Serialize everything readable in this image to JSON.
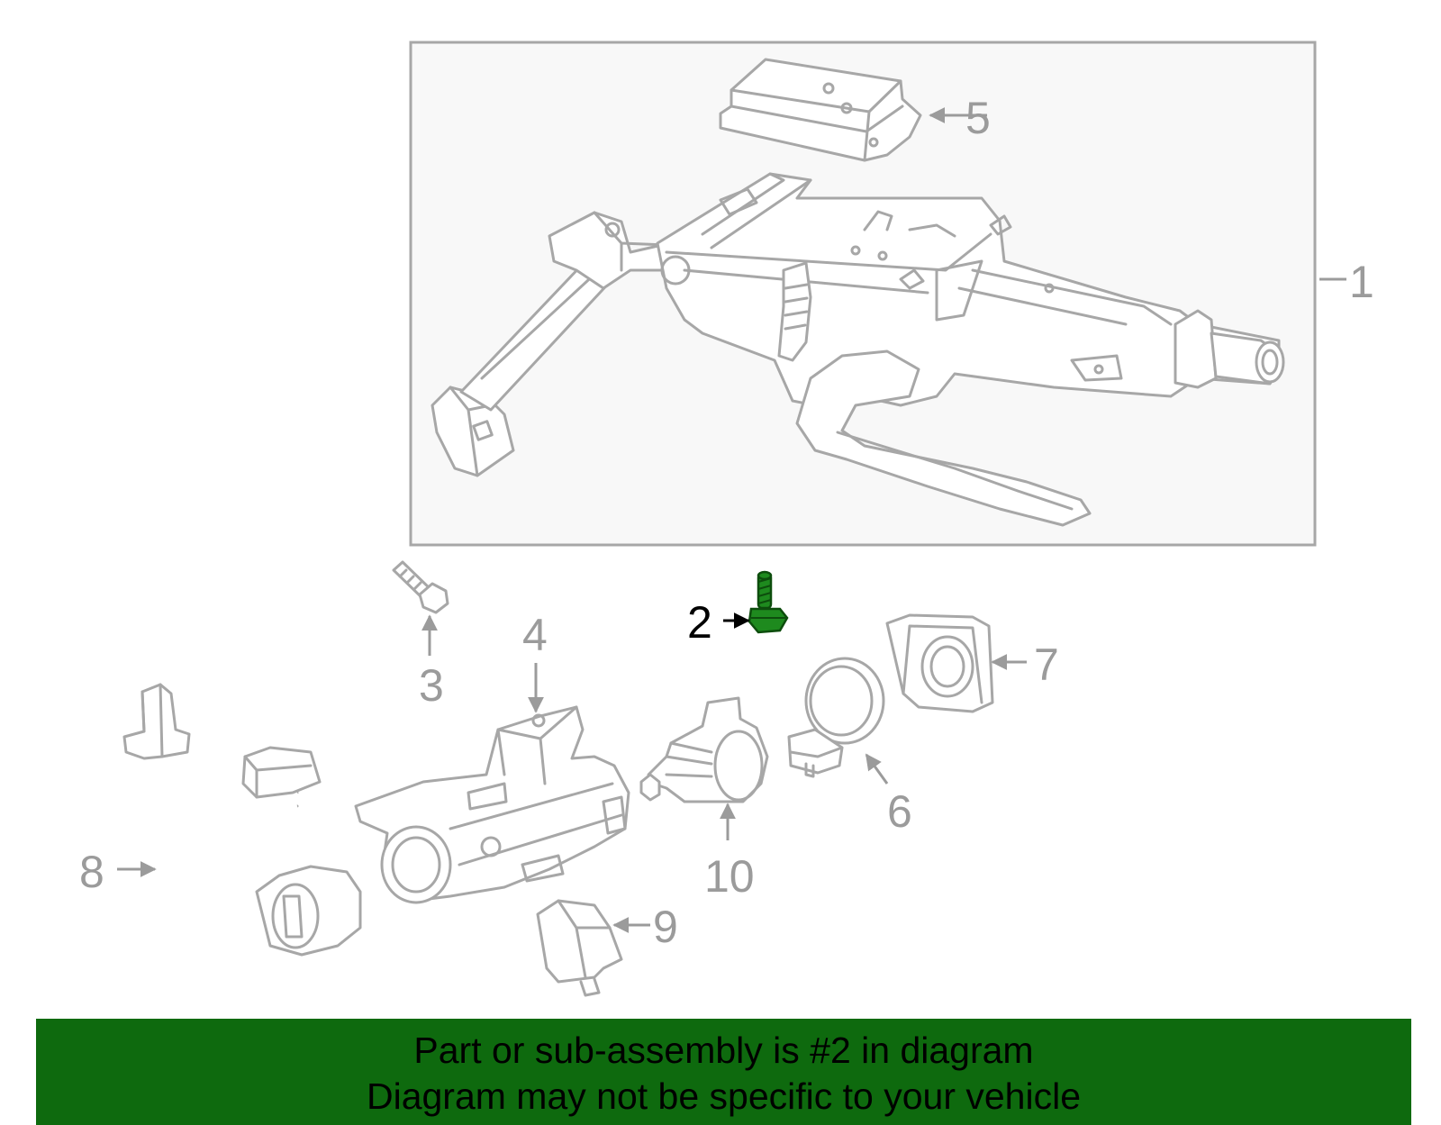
{
  "colors": {
    "part_stroke": "#a7a7a7",
    "callout_text": "#9b9b9b",
    "highlight_part": "#1e8a1e",
    "banner_bg": "#0e6a0e",
    "assembly_box_bg": "#f8f8f8"
  },
  "callouts": {
    "c1": "1",
    "c2": "2",
    "c3": "3",
    "c4": "4",
    "c5": "5",
    "c6": "6",
    "c7": "7",
    "c8": "8",
    "c9": "9",
    "c10": "10"
  },
  "highlighted_part": "2",
  "banner": {
    "line1": "Part or sub-assembly is #2 in diagram",
    "line2": "Diagram may not be specific to your vehicle"
  }
}
